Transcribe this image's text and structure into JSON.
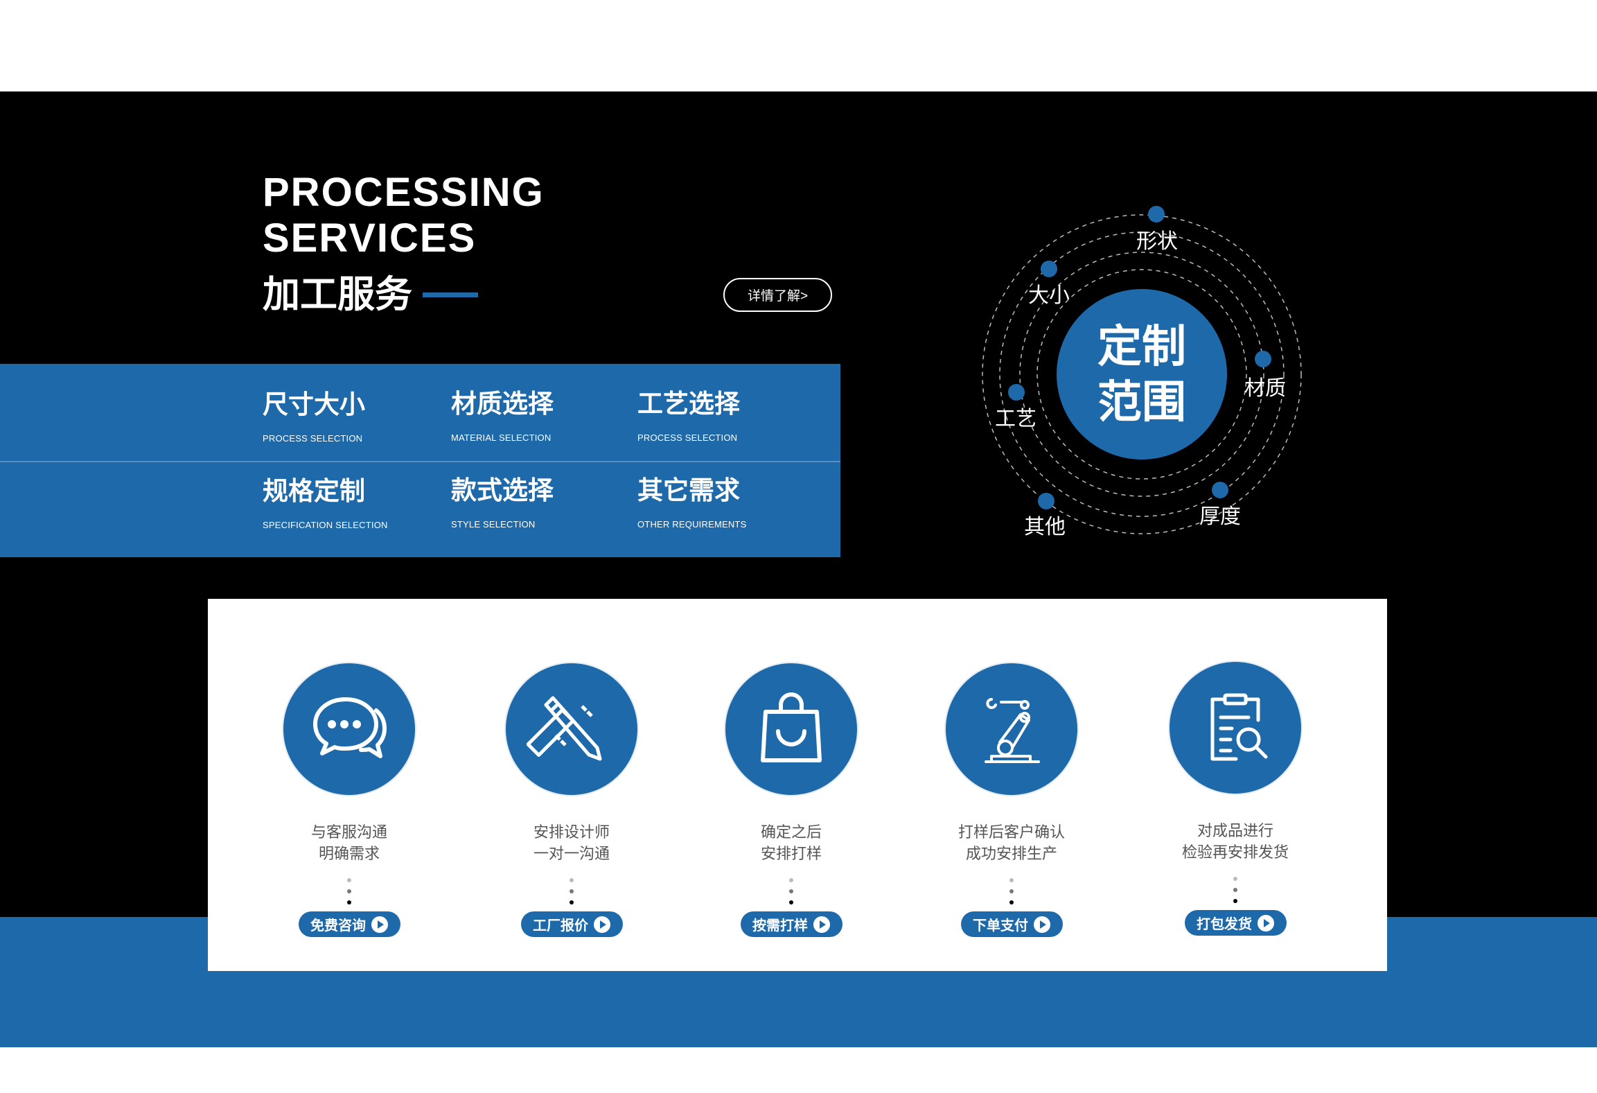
{
  "header": {
    "title_en_1": "PROCESSING",
    "title_en_2": "SERVICES",
    "title_cn": "加工服务",
    "more_button": "详情了解>"
  },
  "services": [
    {
      "cn": "尺寸大小",
      "en": "PROCESS SELECTION"
    },
    {
      "cn": "材质选择",
      "en": "MATERIAL SELECTION"
    },
    {
      "cn": "工艺选择",
      "en": "PROCESS SELECTION"
    },
    {
      "cn": "规格定制",
      "en": "SPECIFICATION SELECTION"
    },
    {
      "cn": "款式选择",
      "en": "STYLE SELECTION"
    },
    {
      "cn": "其它需求",
      "en": "OTHER REQUIREMENTS"
    }
  ],
  "scope": {
    "center_1": "定制",
    "center_2": "范围",
    "items": [
      "形状",
      "大小",
      "材质",
      "工艺",
      "其他",
      "厚度"
    ]
  },
  "steps": [
    {
      "icon": "chat-bubbles-icon",
      "line1": "与客服沟通",
      "line2": "明确需求",
      "button": "免费咨询"
    },
    {
      "icon": "ruler-pencil-icon",
      "line1": "安排设计师",
      "line2": "一对一沟通",
      "button": "工厂报价"
    },
    {
      "icon": "shopping-bag-icon",
      "line1": "确定之后",
      "line2": "安排打样",
      "button": "按需打样"
    },
    {
      "icon": "robot-arm-icon",
      "line1": "打样后客户确认",
      "line2": "成功安排生产",
      "button": "下单支付"
    },
    {
      "icon": "clipboard-search-icon",
      "line1": "对成品进行",
      "line2": "检验再安排发货",
      "button": "打包发货"
    }
  ],
  "colors": {
    "brand_blue": "#1e69aa",
    "background": "#000000"
  }
}
